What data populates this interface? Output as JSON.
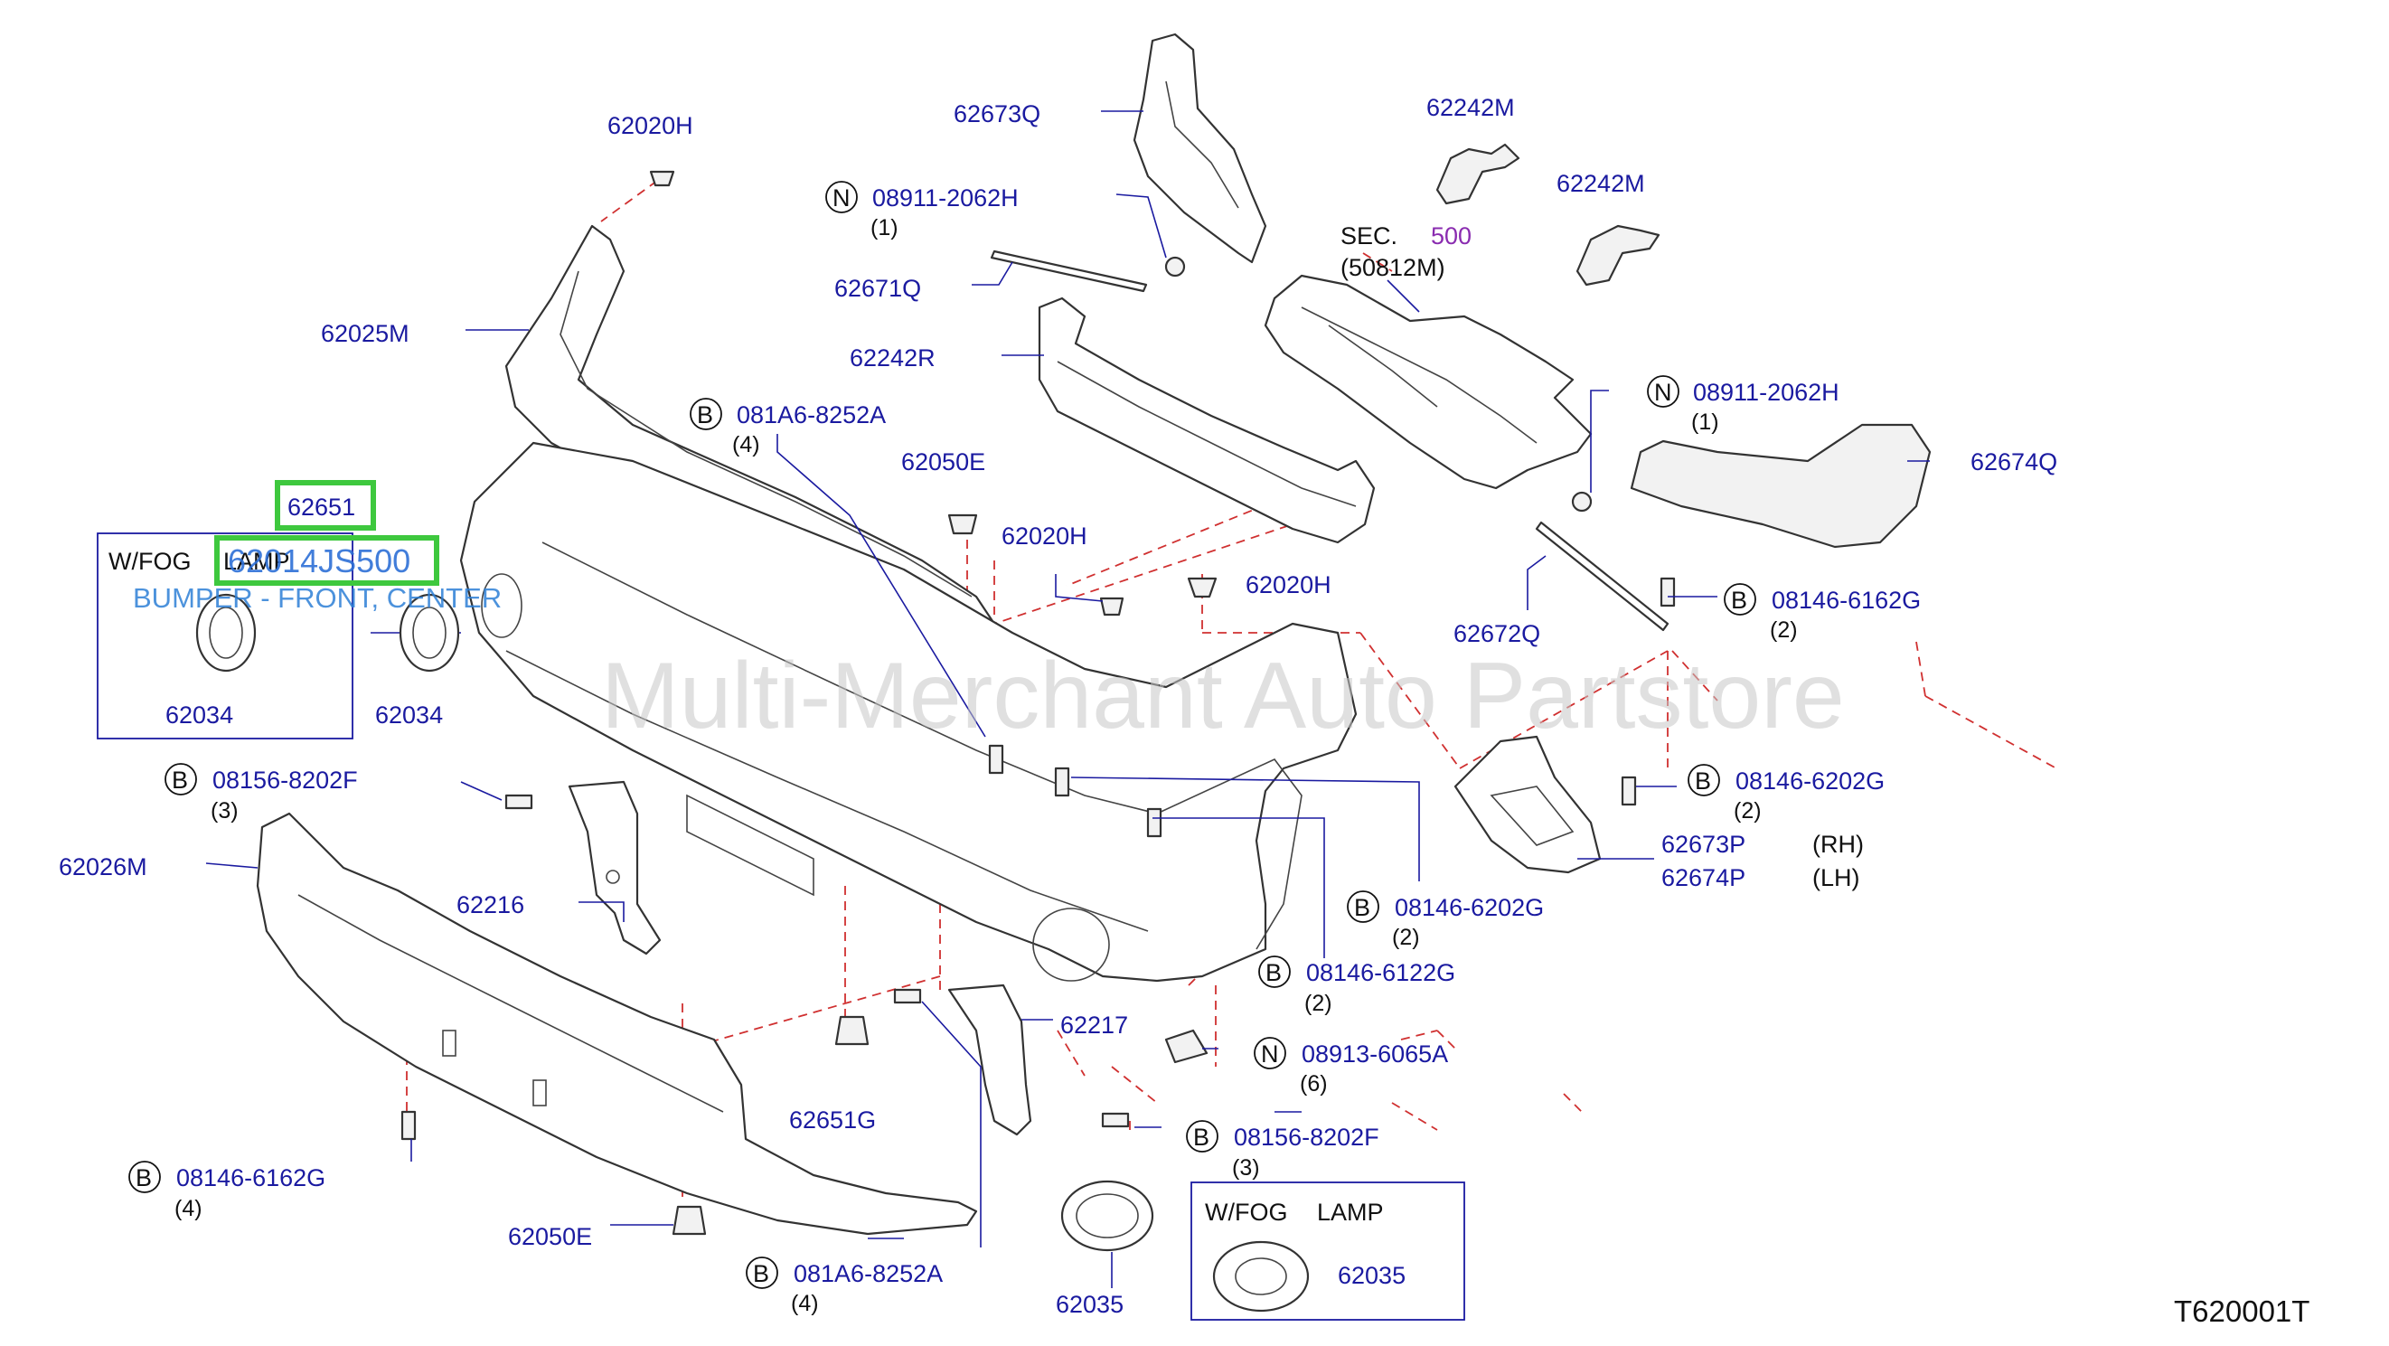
{
  "watermark": "Multi-Merchant Auto Partstore",
  "diagram_code": "T620001T",
  "highlight": {
    "part_number": "62651",
    "catalog_code": "62014JS500",
    "description": "BUMPER - FRONT, CENTER"
  },
  "section": {
    "prefix": "SEC.",
    "number": "500",
    "ref": "(50812M)"
  },
  "boxes": {
    "fog_lamp_left": {
      "title_a": "W/FOG",
      "title_b": "LAMP",
      "part": "62034"
    },
    "fog_lamp_bottom": {
      "title_a": "W/FOG",
      "title_b": "LAMP",
      "part": "62035"
    }
  },
  "labels": {
    "p62020H_top": "62020H",
    "p62673Q": "62673Q",
    "p62242M_a": "62242M",
    "p62242M_b": "62242M",
    "n08911_a": {
      "code": "N",
      "part": "08911-2062H",
      "qty": "(1)"
    },
    "p62671Q": "62671Q",
    "p62025M": "62025M",
    "p62242R": "62242R",
    "b081A6_top": {
      "code": "B",
      "part": "081A6-8252A",
      "qty": "(4)"
    },
    "p62050E_top": "62050E",
    "p62020H_mid": "62020H",
    "p62020H_right": "62020H",
    "n08911_b": {
      "code": "N",
      "part": "08911-2062H",
      "qty": "(1)"
    },
    "p62674Q": "62674Q",
    "p62672Q": "62672Q",
    "b08146_6162G_right": {
      "code": "B",
      "part": "08146-6162G",
      "qty": "(2)"
    },
    "p62034": "62034",
    "b08156_left": {
      "code": "B",
      "part": "08156-8202F",
      "qty": "(3)"
    },
    "b08146_6202G_right": {
      "code": "B",
      "part": "08146-6202G",
      "qty": "(2)"
    },
    "p62673P": {
      "part": "62673P",
      "side": "(RH)"
    },
    "p62674P": {
      "part": "62674P",
      "side": "(LH)"
    },
    "p62026M": "62026M",
    "p62216": "62216",
    "b08146_6202G_mid": {
      "code": "B",
      "part": "08146-6202G",
      "qty": "(2)"
    },
    "b08146_6122G": {
      "code": "B",
      "part": "08146-6122G",
      "qty": "(2)"
    },
    "p62217": "62217",
    "n08913": {
      "code": "N",
      "part": "08913-6065A",
      "qty": "(6)"
    },
    "p62651G": "62651G",
    "b08156_bottom": {
      "code": "B",
      "part": "08156-8202F",
      "qty": "(3)"
    },
    "b08146_6162G_left": {
      "code": "B",
      "part": "08146-6162G",
      "qty": "(4)"
    },
    "p62050E_bottom": "62050E",
    "b081A6_bottom": {
      "code": "B",
      "part": "081A6-8252A",
      "qty": "(4)"
    },
    "p62035": "62035"
  }
}
